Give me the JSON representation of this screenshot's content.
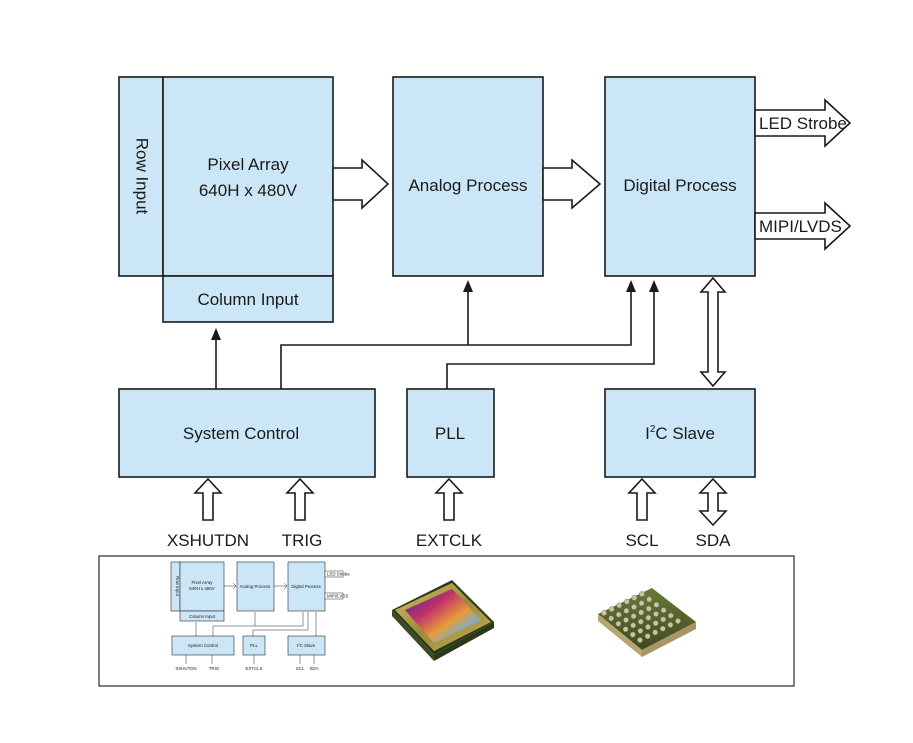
{
  "blocks": {
    "row_input": "Row Input",
    "pixel_array_line1": "Pixel Array",
    "pixel_array_line2": "640H x 480V",
    "column_input": "Column Input",
    "analog_process": "Analog Process",
    "digital_process": "Digital Process",
    "system_control": "System Control",
    "pll": "PLL",
    "i2c_slave_prefix": "I",
    "i2c_slave_superscript": "2",
    "i2c_slave_suffix": "C Slave"
  },
  "outputs": {
    "led_strobe": "LED Strobe",
    "mipi_lvds": "MIPI/LVDS"
  },
  "pins": {
    "xshutdn": "XSHUTDN",
    "trig": "TRIG",
    "extclk": "EXTCLK",
    "scl": "SCL",
    "sda": "SDA"
  },
  "colors": {
    "block_fill": "#cbe6f6",
    "line": "#1a1a1a"
  }
}
